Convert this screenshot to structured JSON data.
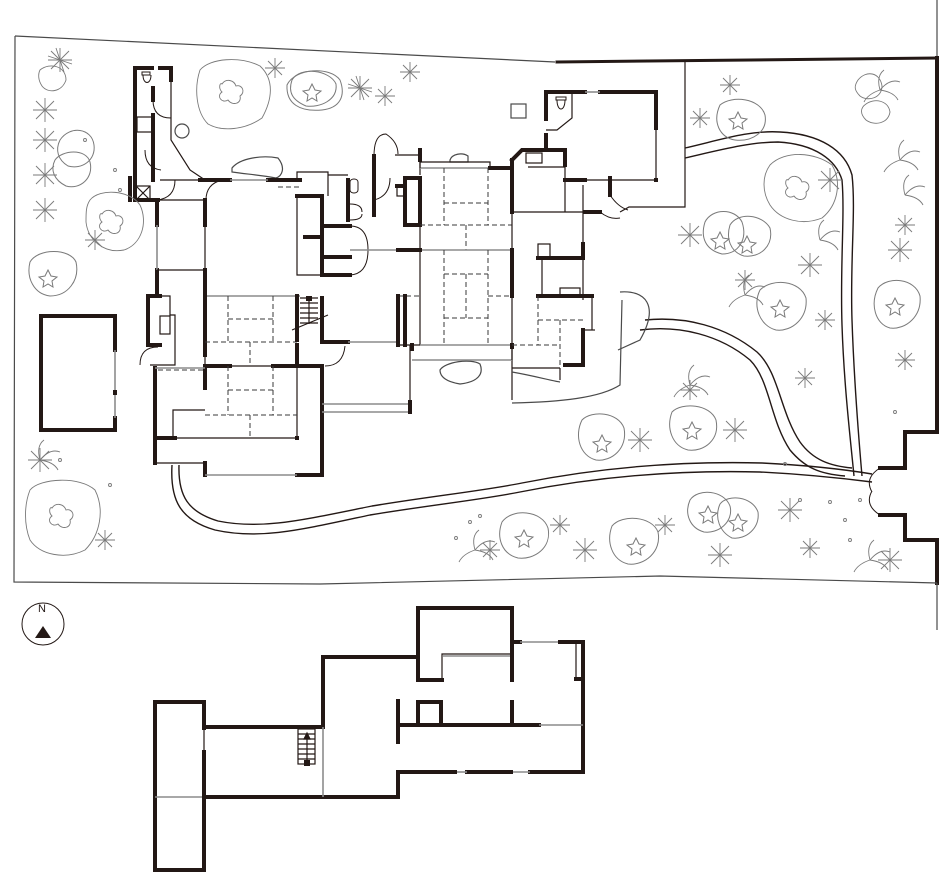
{
  "drawing": {
    "type": "architectural-floor-plan",
    "views": [
      {
        "id": "site-ground-floor",
        "description": "Ground floor plan with surrounding garden, paths and trees"
      },
      {
        "id": "upper-floor",
        "description": "Upper floor plan with staircase"
      }
    ]
  },
  "north_arrow": {
    "label": "N",
    "icon": "north-arrow-triangle"
  },
  "colors": {
    "wall": "#231815",
    "glazing": "#8c8c8c",
    "vegetation": "#7a7a7a",
    "background": "#ffffff"
  }
}
